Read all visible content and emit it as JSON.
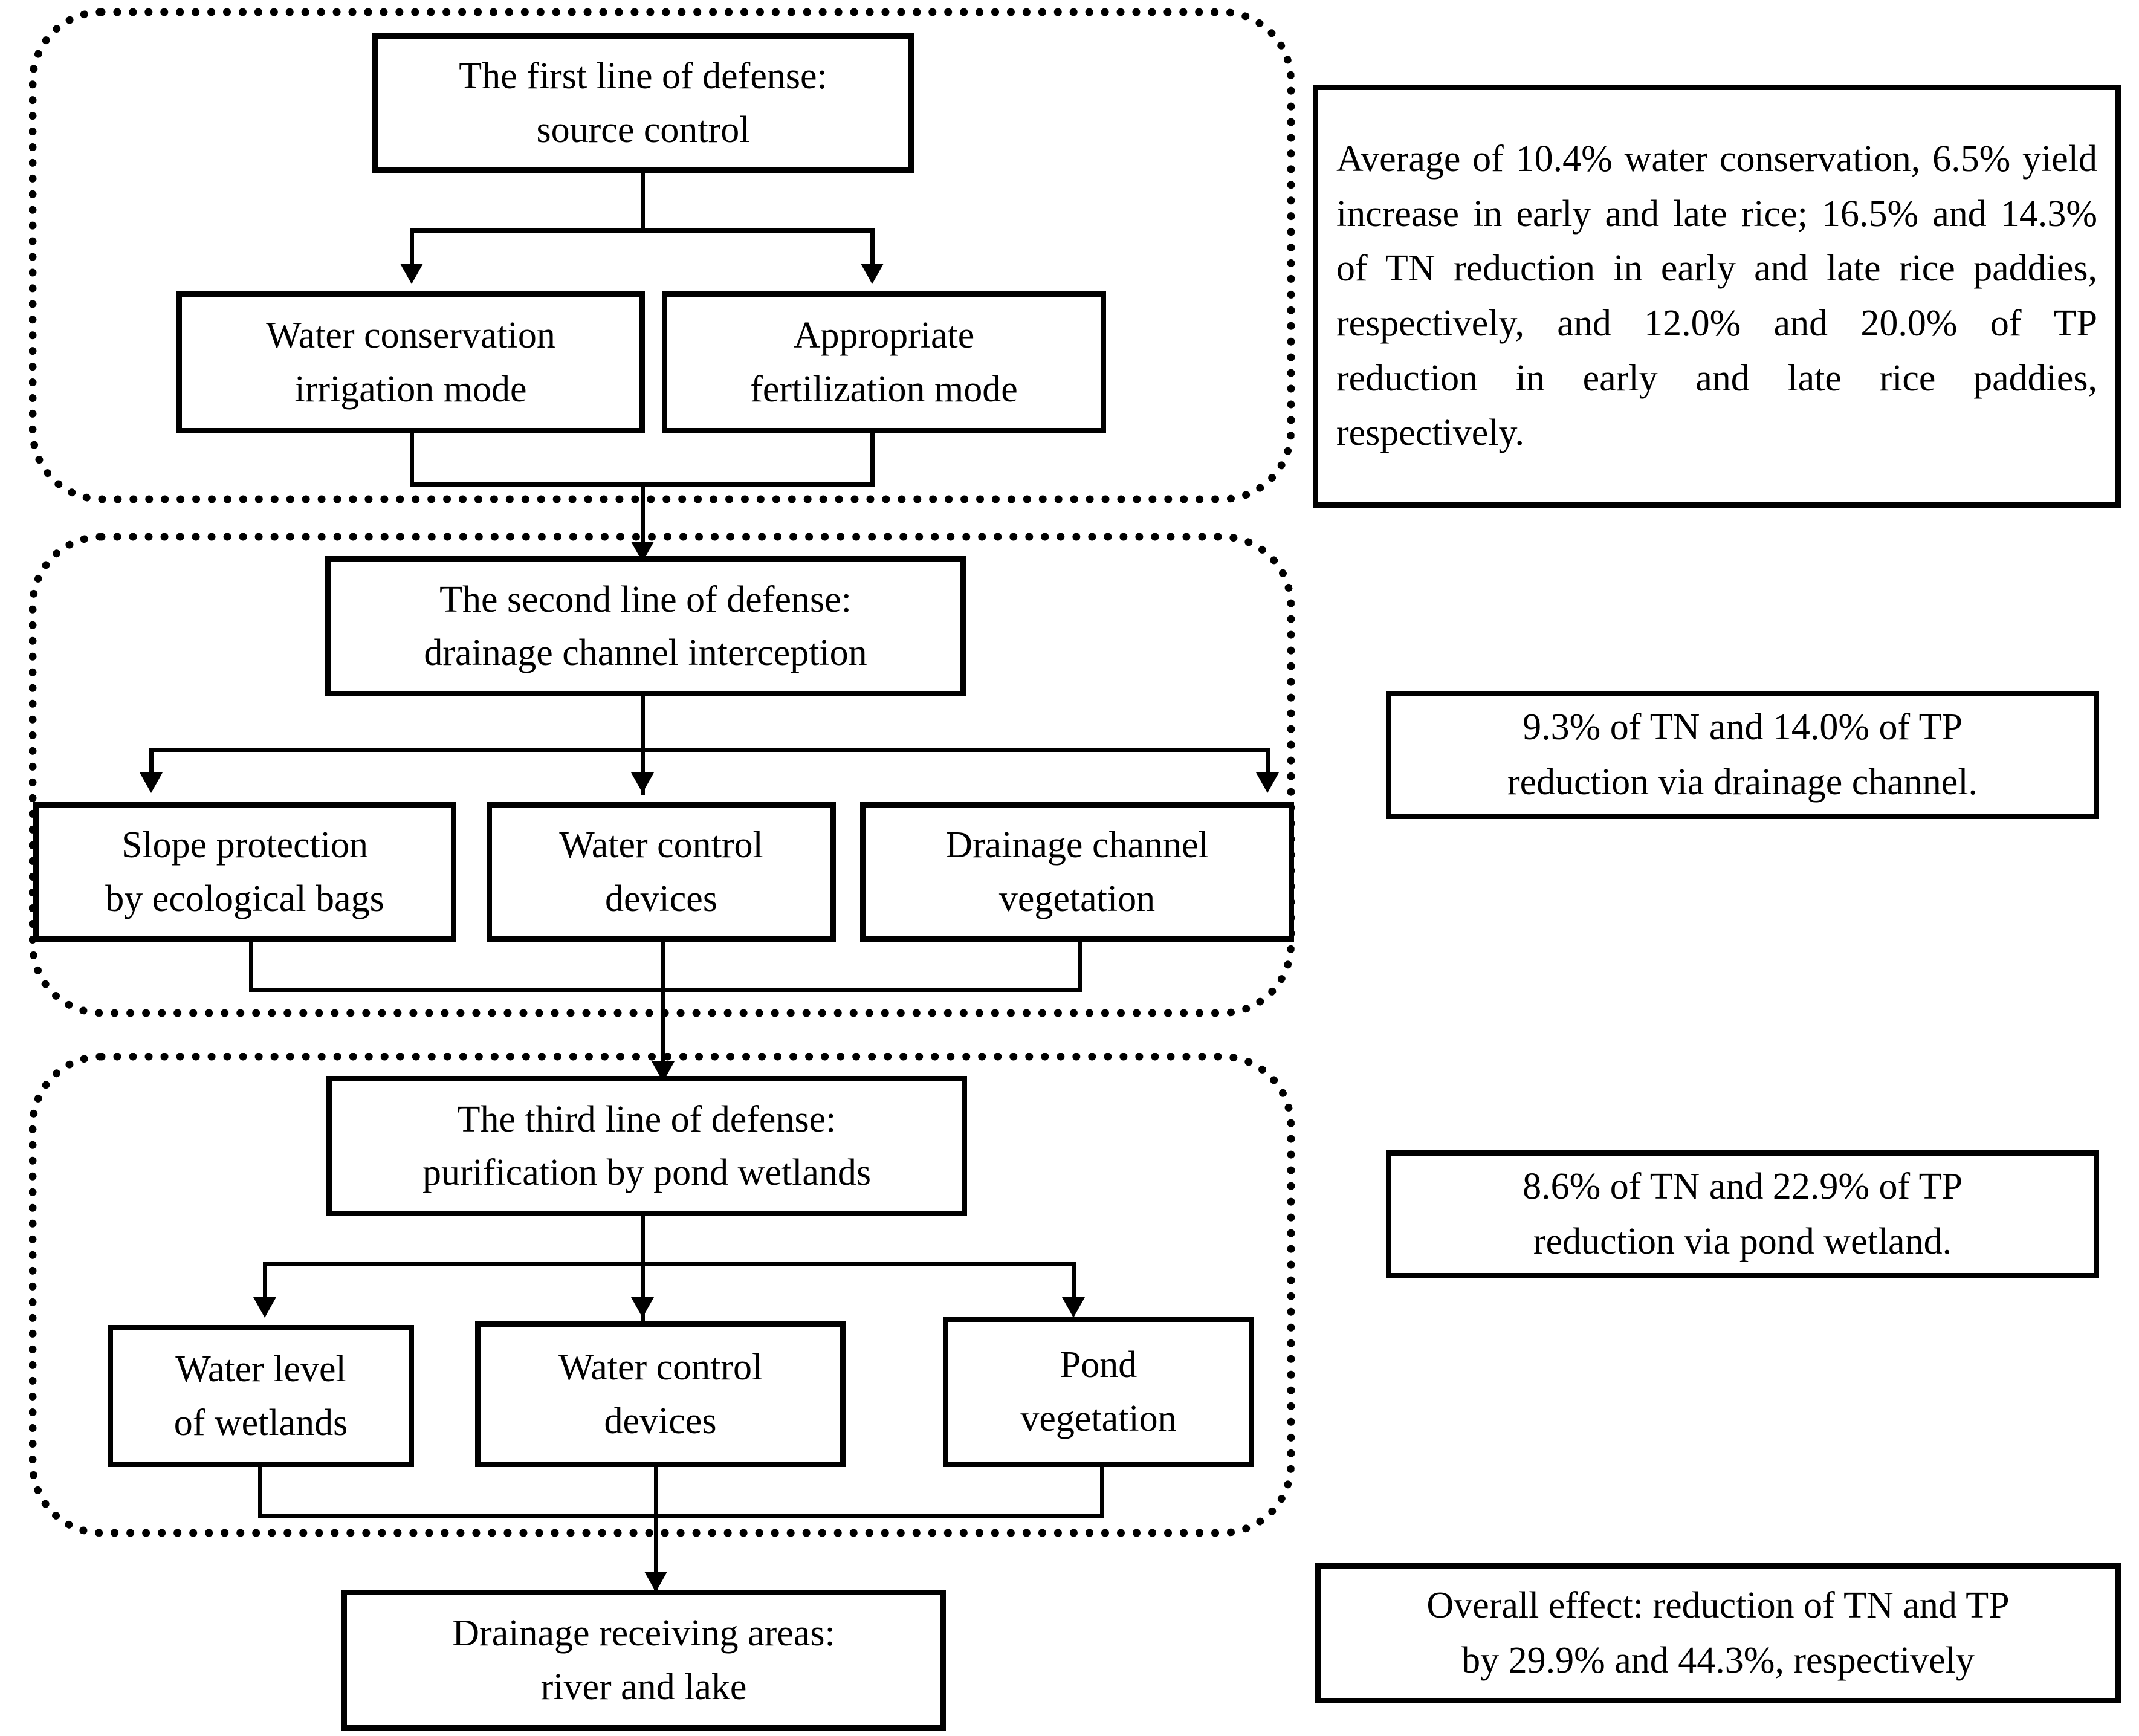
{
  "diagram": {
    "title": "Three lines of defense for agricultural non-point source pollution control",
    "sections": [
      {
        "id": "first-line-of-defense",
        "header": "The first line of defense:\nsource control",
        "header_lines": [
          "The first line of defense:",
          "source control"
        ],
        "children": [
          {
            "id": "water-conservation-irrigation-mode",
            "lines": [
              "Water conservation",
              "irrigation mode"
            ]
          },
          {
            "id": "appropriate-fertilization-mode",
            "lines": [
              "Appropriate",
              "fertilization mode"
            ]
          }
        ],
        "note": {
          "id": "note-first-line",
          "text": "Average of 10.4% water conservation, 6.5% yield increase in early and late rice; 16.5% and 14.3% of TN reduction in early and late rice paddies, respectively, and 12.0% and 20.0% of TP reduction in early and late rice paddies, respectively."
        }
      },
      {
        "id": "second-line-of-defense",
        "header": "The second line of defense:\ndrainage channel interception",
        "header_lines": [
          "The second line of defense:",
          "drainage channel interception"
        ],
        "children": [
          {
            "id": "slope-protection-by-ecological-bags",
            "lines": [
              "Slope protection",
              "by ecological bags"
            ]
          },
          {
            "id": "water-control-devices-channel",
            "lines": [
              "Water control",
              "devices"
            ]
          },
          {
            "id": "drainage-channel-vegetation",
            "lines": [
              "Drainage channel",
              "vegetation"
            ]
          }
        ],
        "note": {
          "id": "note-second-line",
          "text": "9.3% of TN and 14.0% of TP reduction via drainage channel."
        }
      },
      {
        "id": "third-line-of-defense",
        "header": "The third line of defense:\npurification by pond wetlands",
        "header_lines": [
          "The third line of defense:",
          "purification by pond wetlands"
        ],
        "children": [
          {
            "id": "water-level-of-wetlands",
            "lines": [
              "Water level",
              "of wetlands"
            ]
          },
          {
            "id": "water-control-devices-pond",
            "lines": [
              "Water control",
              "devices"
            ]
          },
          {
            "id": "pond-vegetation",
            "lines": [
              "Pond",
              "vegetation"
            ]
          }
        ],
        "note": {
          "id": "note-third-line",
          "text": "8.6% of TN and 22.9% of TP reduction via pond wetland."
        }
      }
    ],
    "outlet": {
      "id": "drainage-receiving-areas",
      "lines": [
        "Drainage receiving areas:",
        "river and lake"
      ]
    },
    "overall_note": {
      "id": "note-overall-effect",
      "lines": [
        "Overall effect: reduction of TN and TP",
        "by 29.9% and 44.3%, respectively"
      ]
    }
  },
  "labels": {
    "node_1_header_l1": "The first line of defense:",
    "node_1_header_l2": "source control",
    "node_1_a_l1": "Water conservation",
    "node_1_a_l2": "irrigation mode",
    "node_1_b_l1": "Appropriate",
    "node_1_b_l2": "fertilization mode",
    "node_2_header_l1": "The second line of defense:",
    "node_2_header_l2": "drainage channel interception",
    "node_2_a_l1": "Slope protection",
    "node_2_a_l2": "by ecological bags",
    "node_2_b_l1": "Water control",
    "node_2_b_l2": "devices",
    "node_2_c_l1": "Drainage channel",
    "node_2_c_l2": "vegetation",
    "node_3_header_l1": "The third line of defense:",
    "node_3_header_l2": "purification by pond wetlands",
    "node_3_a_l1": "Water level",
    "node_3_a_l2": "of wetlands",
    "node_3_b_l1": "Water control",
    "node_3_b_l2": "devices",
    "node_3_c_l1": "Pond",
    "node_3_c_l2": "vegetation",
    "outlet_l1": "Drainage receiving areas:",
    "outlet_l2": "river and lake",
    "note_1": "Average of 10.4% water conservation, 6.5% yield increase in early and late rice; 16.5% and 14.3% of TN reduction in early and late rice paddies, respectively, and 12.0% and 20.0% of TP reduction in early and late rice paddies, respectively.",
    "note_2_l1": "9.3% of TN and 14.0% of TP",
    "note_2_l2": "reduction via drainage channel.",
    "note_3_l1": "8.6% of TN and 22.9% of TP",
    "note_3_l2": "reduction via pond wetland.",
    "note_4_l1": "Overall effect: reduction of TN and TP",
    "note_4_l2": "by 29.9% and 44.3%, respectively"
  },
  "colors": {
    "ink": "#000000",
    "paper": "#ffffff"
  }
}
